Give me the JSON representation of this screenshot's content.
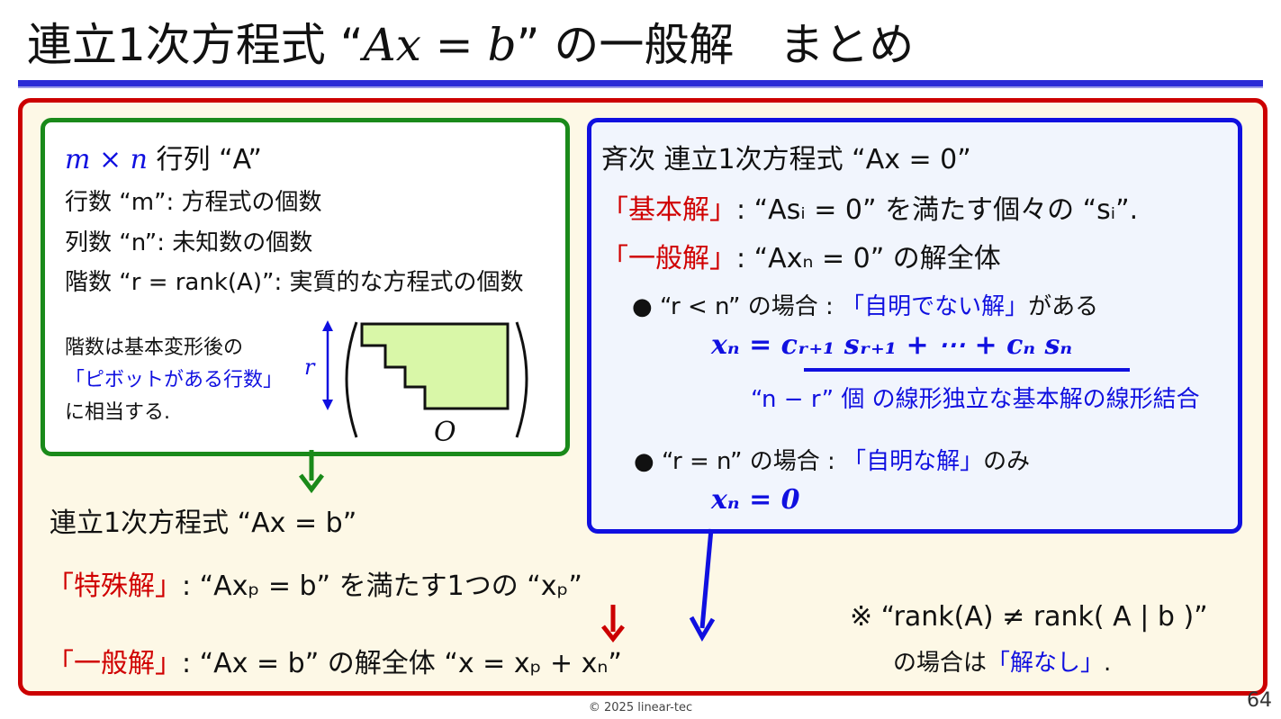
{
  "title": {
    "text_prefix": "連立1次方程式 “",
    "math": "Ax = b",
    "text_suffix": "” の一般解　まとめ"
  },
  "matrix_box": {
    "heading_math": "m × n",
    "heading_text": "行列 “A”",
    "rows_line": "行数 “m”:  方程式の個数",
    "cols_line": "列数 “n”:  未知数の個数",
    "rank_line": "階数 “r = rank(A)”:  実質的な方程式の個数",
    "note_line1": "階数は基本変形後の",
    "note_line2": "「ピボットがある行数」",
    "note_line3": "に相当する.",
    "r_label": "r",
    "zero_label": "O"
  },
  "homog_box": {
    "heading": "斉次 連立1次方程式 “Ax = 0”",
    "basic_label": "「基本解」",
    "basic_text": ":  “Asᵢ = 0” を満たす個々の “sᵢ”.",
    "general_label": "「一般解」",
    "general_text": ":  “Axₙ = 0” の解全体",
    "case1_cond": "“r < n” の場合",
    "case1_colon": " : ",
    "case1_label": "「自明でない解」",
    "case1_tail": "がある",
    "case1_formula": "xₙ  =  cᵣ₊₁ sᵣ₊₁  +  ⋯  +  cₙ sₙ",
    "case1_caption": "“n − r” 個 の線形独立な基本解の線形結合",
    "case2_cond": "“r = n” の場合",
    "case2_colon": " : ",
    "case2_label": "「自明な解」",
    "case2_tail": "のみ",
    "case2_formula": "xₙ  =  0"
  },
  "main_eq": {
    "heading": "連立1次方程式 “Ax = b”",
    "particular_label": "「特殊解」",
    "particular_text": ":  “Axₚ = b” を満たす1つの “xₚ”",
    "general_label": "「一般解」",
    "general_text": ":  “Ax = b” の解全体 “x  =  xₚ  +  xₙ”"
  },
  "no_solution": {
    "line1": "※ “rank(A) ≠ rank( A | b )”",
    "line2_prefix": "の場合は",
    "line2_label": "「解なし」",
    "line2_suffix": "."
  },
  "footer": "© 2025 linear-tec",
  "page_number": "64",
  "colors": {
    "red": "#d00000",
    "blue": "#1010e0",
    "green": "#1a8a1a",
    "frame_red": "#cc0000",
    "bg_cream": "#fdf8e6",
    "matrix_fill": "#d9f7a8"
  }
}
